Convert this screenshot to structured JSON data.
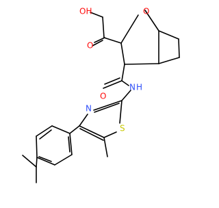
{
  "molecule": {
    "atom_labels": {
      "hydroxyl": "OH",
      "carbonyl_acid": "O",
      "bridge_oxygen": "O",
      "carbonyl_amide": "O",
      "amide_nh": "N",
      "amide_h": "H",
      "thiazole_n": "N",
      "thiazole_s": "S"
    },
    "colors": {
      "bond": "#000000",
      "oxygen": "#ff0d0d",
      "nitrogen": "#3050f8",
      "sulfur": "#c8c800",
      "background": "#ffffff"
    }
  }
}
